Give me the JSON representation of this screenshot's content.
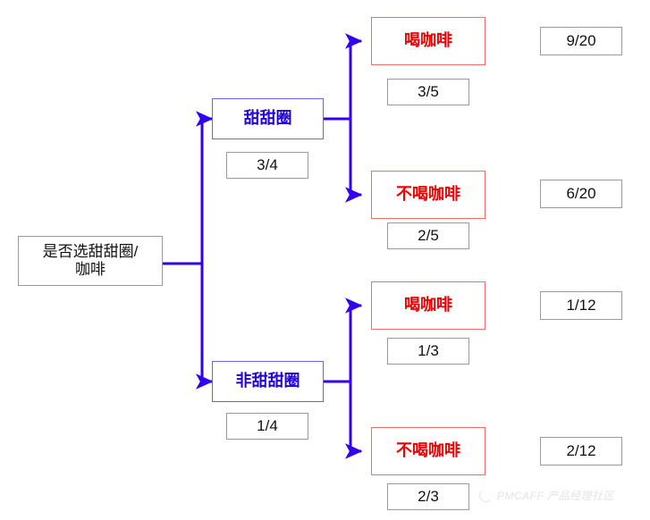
{
  "diagram": {
    "type": "probability-tree",
    "title_node": "是否选甜甜圈/咖啡",
    "colors": {
      "decision_border": "#7a5cf0",
      "decision_text": "#2200dd",
      "outcome_border": "#f56a6a",
      "outcome_text": "#ee0000",
      "edge": "#3300ee",
      "box_border": "#9a9a9a",
      "text": "#111111",
      "watermark": "#e3e3ea"
    }
  },
  "root": {
    "label_line1": "是否选甜甜圈/",
    "label_line2": "咖啡"
  },
  "branches": [
    {
      "id": "donut",
      "label": "甜甜圈",
      "probability": "3/4",
      "children": [
        {
          "id": "donut-coffee",
          "label": "喝咖啡",
          "probability": "3/5",
          "result": "9/20"
        },
        {
          "id": "donut-nocoffee",
          "label": "不喝咖啡",
          "probability": "2/5",
          "result": "6/20"
        }
      ]
    },
    {
      "id": "nodonut",
      "label": "非甜甜圈",
      "probability": "1/4",
      "children": [
        {
          "id": "nodonut-coffee",
          "label": "喝咖啡",
          "probability": "1/3",
          "result": "1/12"
        },
        {
          "id": "nodonut-nocoffee",
          "label": "不喝咖啡",
          "probability": "2/3",
          "result": "2/12"
        }
      ]
    }
  ],
  "watermark": {
    "text": "PMCAFF 产品经理社区",
    "icon": "circle-arc-icon"
  }
}
